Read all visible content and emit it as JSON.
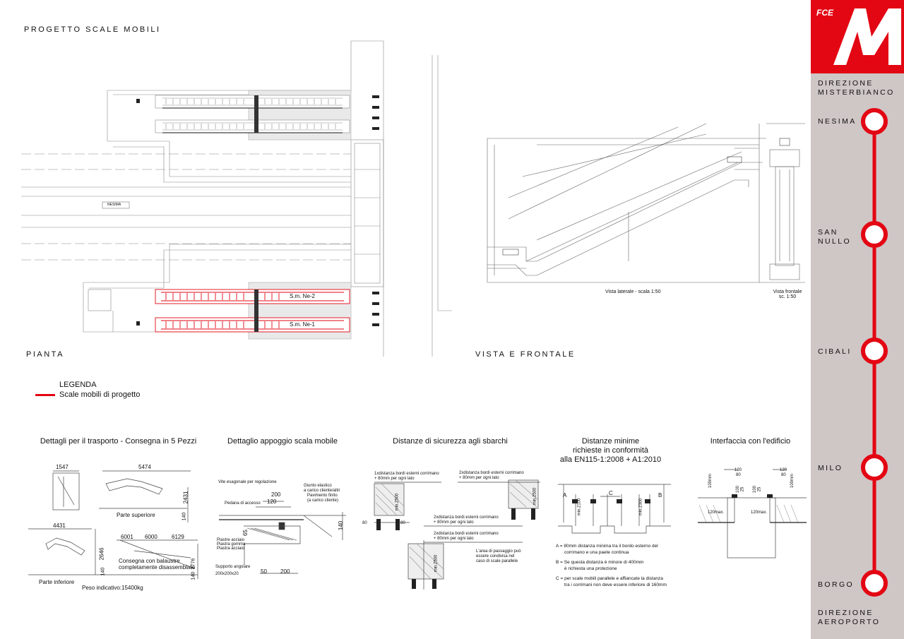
{
  "titles": {
    "project": "PROGETTO SCALE MOBILI",
    "plan": "PIANTA",
    "view": "VISTA  E FRONTALE"
  },
  "legend": {
    "title": "LEGENDA",
    "item": "Scale mobili di progetto",
    "color": "#e30613"
  },
  "plan": {
    "escalator_1": "S.m. Ne-2",
    "escalator_2": "S.m. Ne-1",
    "direction_tag": "NESIMA"
  },
  "elevation": {
    "side_label": "Vista laterale - scala 1:50",
    "front_label": "Vista frontale",
    "front_scale": "sc. 1:50"
  },
  "details": {
    "transport": {
      "title": "Dettagli per il trasporto - Consegna in 5 Pezzi",
      "d1547": "1547",
      "d5474": "5474",
      "d2431": "2431",
      "d140a": "140",
      "upper": "Parte superiore",
      "d4431": "4431",
      "d6001": "6001",
      "d6000": "6000",
      "d6129": "6129",
      "d2646": "2646",
      "d140b": "140",
      "d2776": "2776",
      "d140c": "140",
      "delivery_line1": "Consegna con balaustre",
      "delivery_line2": "completamente disassemblate",
      "lower": "Parte inferiore",
      "weight": "Peso indicativo:15400kg"
    },
    "support": {
      "title": "Dettaglio appoggio scala mobile",
      "screw": "Vite esagonale per regolazione",
      "joint": "Giunto elastico",
      "joint2": "a carico cliente/altri",
      "floor": "Pavimento finito",
      "floor2": "(a carico cliente)",
      "pedana": "Pedana di accesso",
      "d200a": "200",
      "d120": "120",
      "d140": "140",
      "d65": "65",
      "plate1": "Piastre acciaio",
      "plate2": "Piastra gomma",
      "plate3": "Piastra acciaio",
      "support_label": "Supporto angolare",
      "support_size": "200x200x20",
      "d50": "50",
      "d200b": "200"
    },
    "safety": {
      "title": "Distanze di sicurezza agli sbarchi",
      "t1a": "1xdistanza bordi esterni corrimano",
      "t1b": "+ 80mm per ogni lato",
      "t2a": "2xdistanza bordi esterni corrimano",
      "t2b": "+ 80mm per ogni lato",
      "t3a": "2xdistanza bordi esterni corrimano",
      "t3b": "+ 80mm per ogni lato",
      "t4a": "2xdistanza bordi esterni corrimano",
      "t4b": "+ 80mm per ogni lato",
      "area1": "L'area di passaggio può",
      "area2": "essere condivisa nel",
      "area3": "caso di scale parallele",
      "min2500": "min.2500",
      "min2500b": "min.2500",
      "min2500c": "min.2500",
      "d80a": "80",
      "d80b": "80"
    },
    "minimum": {
      "title1": "Distanze minime",
      "title2": "richieste in conformità",
      "title3": "alla EN115-1:2008 + A1:2010",
      "a": "A",
      "b": "B",
      "c": "C",
      "min2100": "min.2100",
      "min2300": "min.2300",
      "noteA1": "A = 80mm distanza minima tra il bordo esterno del",
      "noteA2": "corrimano e una paete continua",
      "noteB1": "B = Se questa distanza è minore di 400mm",
      "noteB2": "è richiesta una protezione",
      "noteC1": "C = per scale mobili parallele e affiancate la distanza",
      "noteC2": "tra i corrimani non deve essere inferiore di 160mm"
    },
    "interface": {
      "title": "Interfaccia con l'edificio",
      "d120a": "120",
      "d80a": "80",
      "d120b": "120",
      "d80b": "80",
      "d100a": "100mm",
      "d100b": "100mm",
      "d100c": "100",
      "d25a": "25",
      "d100d": "100",
      "d25b": "25",
      "max1": "120max.",
      "max2": "120max."
    }
  },
  "sidebar": {
    "logo": "FCE M",
    "dir_top1": "DIREZIONE",
    "dir_top2": "MISTERBIANCO",
    "stations": [
      "NESIMA",
      "SAN",
      "NULLO",
      "CIBALI",
      "MILO",
      "BORGO"
    ],
    "dir_bottom1": "DIREZIONE",
    "dir_bottom2": "AEROPORTO",
    "line_color": "#e30613"
  }
}
